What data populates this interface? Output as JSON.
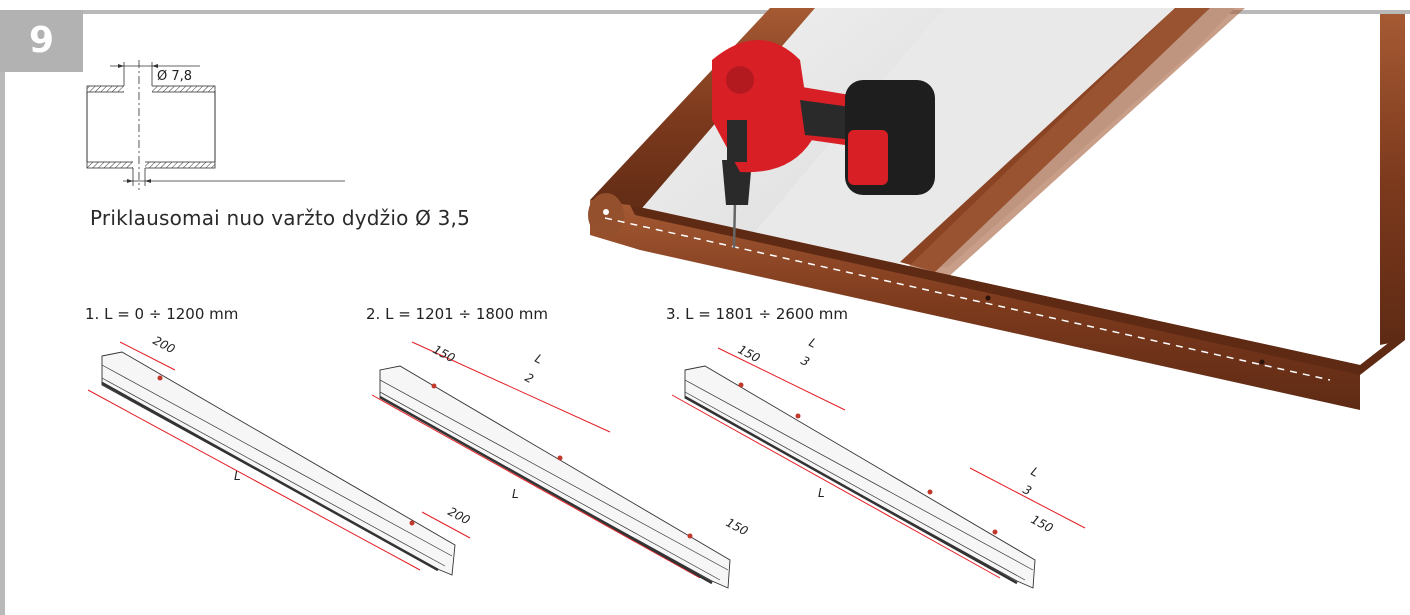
{
  "step_number": "9",
  "hole": {
    "diameter_label": "Ø 7,8"
  },
  "caption": "Priklausomai nuo varžto dydžio Ø 3,5",
  "profiles": [
    {
      "range_label": "1. L = 0 ÷ 1200 mm",
      "start_offset": "200",
      "end_offset": "200",
      "length_label": "L"
    },
    {
      "range_label": "2. L = 1201 ÷ 1800 mm",
      "start_offset": "150",
      "middle_label": "L",
      "middle_divisor": "2",
      "end_offset": "150",
      "length_label": "L"
    },
    {
      "range_label": "3. L = 1801 ÷ 2600 mm",
      "start_offset": "150",
      "third_label_1": "L",
      "third_divisor_1": "3",
      "third_label_2": "L",
      "third_divisor_2": "3",
      "end_offset": "150",
      "length_label": "L"
    }
  ],
  "colors": {
    "dimension_line": "#e31e24",
    "frame_brown": "#7d3a1d",
    "drill_red": "#d81f26",
    "badge_gray": "#b2b2b2"
  }
}
